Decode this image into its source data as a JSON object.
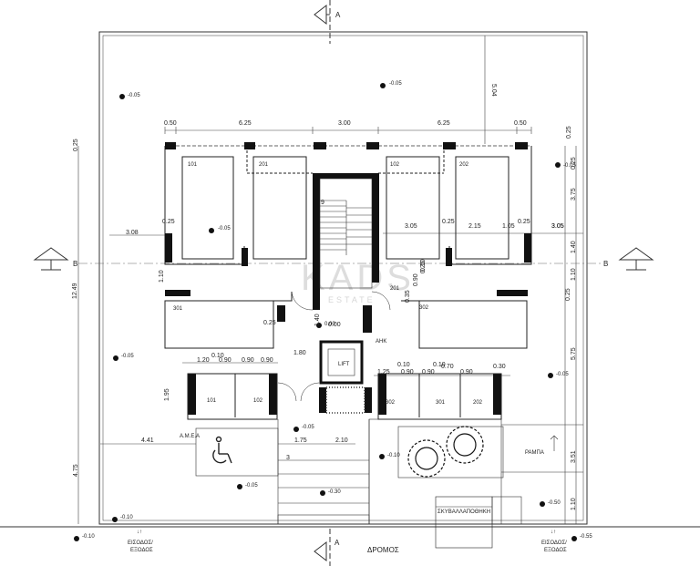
{
  "section_marks": {
    "top": "A",
    "bottom": "A",
    "left": "B",
    "right": "B"
  },
  "watermark": {
    "main": "KADS",
    "sub": "ESTATE"
  },
  "top_dims": [
    "0.50",
    "6.25",
    "3.00",
    "6.25",
    "0.50"
  ],
  "right_dims": [
    "5.04",
    "0.25",
    "0.25",
    "3.75",
    "3.05",
    "1.40",
    "0.25",
    "1.10",
    "0.25",
    "5.75",
    "3.51",
    "1.10"
  ],
  "left_dims": [
    "0.25",
    "12.49",
    "1.10",
    "1.95",
    "4.75",
    "4.41"
  ],
  "inner_dims": {
    "d308": "3.08",
    "d025a": "0.25",
    "d305a": "3.05",
    "d025b": "0.25",
    "d215": "2.15",
    "d105": "1.05",
    "d025c": "0.25",
    "d305b": "3.05",
    "d010a": "0.10",
    "d090a": "0.90",
    "d035": "0.35",
    "d025d": "0.25",
    "d140": "1.40",
    "d000": "0.00",
    "d180": "1.80",
    "d010b": "0.10",
    "d120": "1.20",
    "d090b": "0.90",
    "d090c": "0.90",
    "d090d": "0.90",
    "d010c": "0.10",
    "d010d": "0.10",
    "d125": "1.25",
    "d090e": "0.90",
    "d090f": "0.90",
    "d070": "0.70",
    "d090g": "0.90",
    "d030": "0.30",
    "d175": "1.75",
    "d210": "2.10",
    "d3": "3",
    "d9": "9"
  },
  "levels": {
    "l1": "-0.05",
    "l2": "-0.05",
    "l3": "-0.05",
    "l4": "-0.05",
    "l5": "-0.05",
    "l6": "-0.05",
    "l7": "-0.05",
    "l8": "-0.05",
    "l9": "-0.10",
    "l10": "-0.30",
    "l11": "-0.10",
    "l12": "-0.10",
    "l13": "-0.50",
    "l14": "-0.55",
    "l15": "0.00"
  },
  "rooms": {
    "r101a": "101",
    "r201a": "201",
    "r102a": "102",
    "r202a": "202",
    "r301a": "301",
    "r201b": "201",
    "r302a": "302",
    "r101b": "101",
    "r102b": "102",
    "r302b": "302",
    "r301b": "301",
    "r202b": "202"
  },
  "labels": {
    "lift": "LIFT",
    "ahk": "ΑΗΚ",
    "amea": "Α.Μ.Ε.Α",
    "ramp": "ΡΑΜΠΑ",
    "bins": "ΣΚΥΒΑΛΛΑΠΟΘΗΚΗ",
    "road": "ΔΡΟΜΟΣ",
    "entrance_left": "ΕΙΣΟΔΟΣ/ ΕΞΟΔΟΣ",
    "entrance_right": "ΕΙΣΟΔΟΣ/ ΕΞΟΔΟΣ"
  }
}
